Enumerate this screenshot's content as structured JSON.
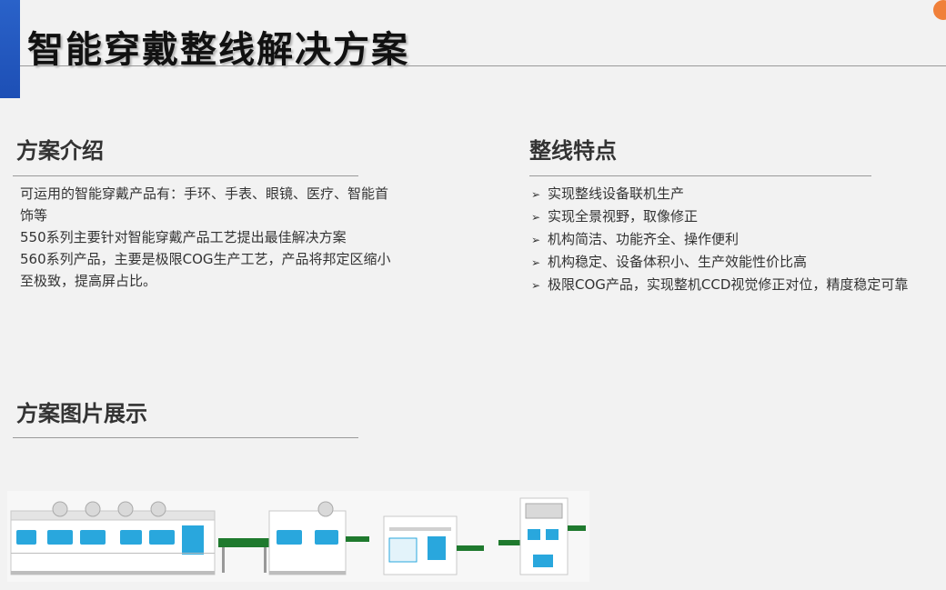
{
  "page": {
    "title": "智能穿戴整线解决方案",
    "accent_color": "#1d4fb5",
    "badge_color": "#f0803a"
  },
  "intro": {
    "heading": "方案介绍",
    "lines": [
      "可运用的智能穿戴产品有：手环、手表、眼镜、医疗、智能首",
      "饰等",
      "550系列主要针对智能穿戴产品工艺提出最佳解决方案",
      "560系列产品，主要是极限COG生产工艺，产品将邦定区缩小",
      "至极致，提高屏占比。"
    ]
  },
  "features": {
    "heading": "整线特点",
    "bullet": "➢",
    "items": [
      "实现整线设备联机生产",
      "实现全景视野，取像修正",
      "机构简洁、功能齐全、操作便利",
      "机构稳定、设备体积小、生产效能性价比高",
      "极限COG产品，实现整机CCD视觉修正对位，精度稳定可靠"
    ]
  },
  "showcase": {
    "heading": "方案图片展示",
    "machine_color": "#29a7dd",
    "conveyor_color": "#1f7a2e"
  }
}
